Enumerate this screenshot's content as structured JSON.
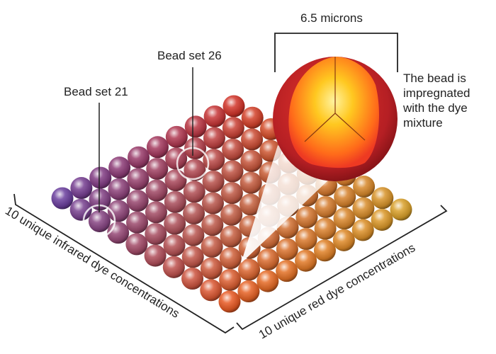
{
  "labels": {
    "bead_set_21": "Bead set 21",
    "bead_set_26": "Bead set 26",
    "size": "6.5 microns",
    "description": "The bead is impregnated with the dye mixture",
    "infrared_axis": "10 unique infrared dye concentrations",
    "red_axis": "10 unique red dye concentrations"
  },
  "grid": {
    "rows": 10,
    "cols": 10
  },
  "colors": {
    "purple": "#6b3f9e",
    "red": "#d2352a",
    "orange": "#e85a24",
    "gold": "#d9a02a",
    "bead_outer": "#b01e22",
    "bead_core": "#ffd21a"
  }
}
